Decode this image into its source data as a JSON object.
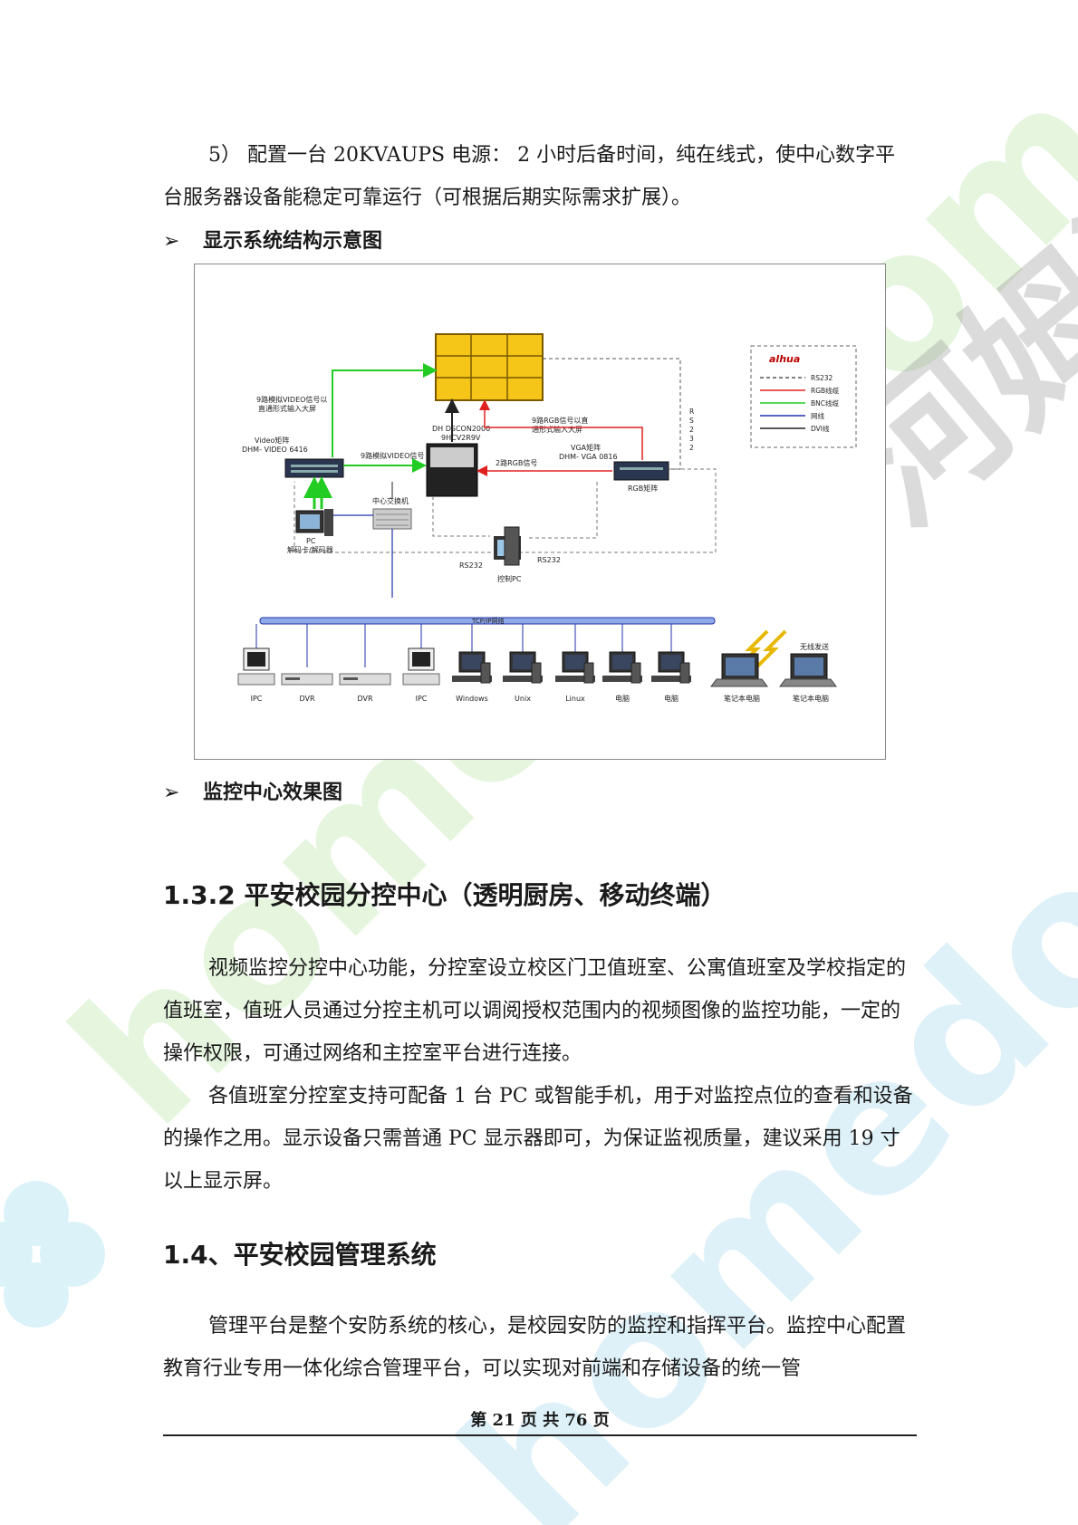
{
  "paragraphs": {
    "ups": "5） 配置一台 20KVAUPS 电源： 2 小时后备时间，纯在线式，使中心数字平台服务器设备能稳定可靠运行（可根据后期实际需求扩展）。",
    "sub_center_1": "视频监控分控中心功能，分控室设立校区门卫值班室、公寓值班室及学校指定的值班室，值班人员通过分控主机可以调阅授权范围内的视频图像的监控功能，一定的操作权限，可通过网络和主控室平台进行连接。",
    "sub_center_2": "各值班室分控室支持可配备 1 台 PC 或智能手机，用于对监控点位的查看和设备的操作之用。显示设备只需普通 PC 显示器即可，为保证监视质量，建议采用 19 寸以上显示屏。",
    "mgmt": "管理平台是整个安防系统的核心，是校园安防的监控和指挥平台。监控中心配置教育行业专用一体化综合管理平台，可以实现对前端和存储设备的统一管"
  },
  "bullets": {
    "display_structure": "显示系统结构示意图",
    "monitor_effect": "监控中心效果图"
  },
  "headings": {
    "h_132": "1.3.2 平安校园分控中心（透明厨房、移动终端）",
    "h_14": "1.4、平安校园管理系统"
  },
  "diagram": {
    "legend_brand": "alhua",
    "legend": [
      {
        "label": "RS232",
        "color": "#555555",
        "dash": true
      },
      {
        "label": "RGB线缆",
        "color": "#e02020",
        "dash": false
      },
      {
        "label": "BNC线缆",
        "color": "#22cc22",
        "dash": false
      },
      {
        "label": "网线",
        "color": "#2233aa",
        "dash": false
      },
      {
        "label": "DVI线",
        "color": "#222222",
        "dash": false
      }
    ],
    "video_matrix_label": "Video矩阵",
    "video_matrix_model": "DHM- VIDEO 6416",
    "bnc_direct_label_1": "9路模拟VIDEO信号以",
    "bnc_direct_label_2": "直通形式输入大屏",
    "controller_label_1": "DH DSCON2000",
    "controller_label_2": "9HCV2R9V",
    "rgb_direct_label_1": "9路RGB信号以直",
    "rgb_direct_label_2": "通形式输入大屏",
    "video_signal_label": "9路模拟VIDEO信号",
    "vga_matrix_label": "VGA矩阵",
    "vga_matrix_model": "DHM- VGA 0816",
    "rgb_signal_label": "2路RGB信号",
    "rgb_matrix_label": "RGB矩阵",
    "rs232_vertical": "RS232",
    "switch_label": "中心交换机",
    "pc_label_1": "PC",
    "pc_label_2": "解码卡/解码器",
    "rs232_left": "RS232",
    "rs232_right": "RS232",
    "control_pc_label": "控制PC",
    "network_label": "TCP/IP网络",
    "wireless_label": "无线发送",
    "devices": [
      "IPC",
      "DVR",
      "DVR",
      "IPC",
      "Windows",
      "Unix",
      "Linux",
      "电脑",
      "电脑",
      "笔记本电脑",
      "笔记本电脑"
    ]
  },
  "footer": "第 21 页 共 76 页",
  "watermark": {
    "text": "homedo.com",
    "brand": "河姆渡",
    "color": "#b8e6a0"
  }
}
